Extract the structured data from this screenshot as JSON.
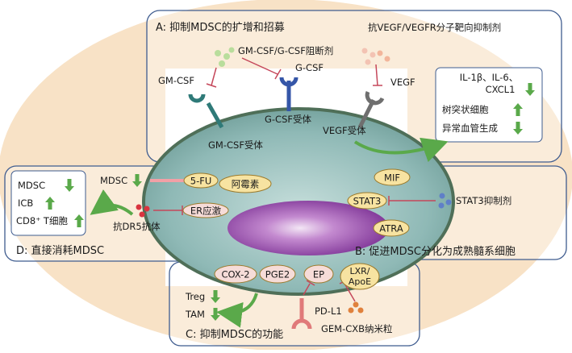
{
  "colors": {
    "background_outer": "#f8e2c6",
    "panel_fill": "#ffffff",
    "panel_stroke": "#3f5c8f",
    "cell_fill": "#9ec4c0",
    "cell_stroke": "#4f6f58",
    "nucleus_fill": "#8a3fa2",
    "oval_fill": "#f7e3a1",
    "oval_stroke": "#9b7a2c",
    "pink_oval_fill": "#f6dcd8",
    "arrow_green": "#5aa94a",
    "inhibit_red": "#c5475a",
    "receptor_teal": "#2f7a78",
    "receptor_blue": "#3556a8",
    "receptor_gray": "#6f6f6f"
  },
  "panel_A": {
    "title": "A: 抑制MDSC的扩增和招募",
    "anti_vegf_label": "抗VEGF/VEGFR分子靶向抑制剂",
    "gm_gcsf_blocker_label": "GM-CSF/G-CSF阻断剂",
    "gmcsf_label": "GM-CSF",
    "gcsf_label": "G-CSF",
    "vegf_label": "VEGF",
    "gcsf_receptor_label": "G-CSF受体",
    "vegf_receptor_label": "VEGF受体",
    "gmcsf_receptor_label": "GM-CSF受体",
    "effects": [
      {
        "label": "IL-1β、IL-6、",
        "direction": "none"
      },
      {
        "label": "CXCL1",
        "direction": "down"
      },
      {
        "label": "树突状细胞",
        "direction": "up"
      },
      {
        "label": "异常血管生成",
        "direction": "down"
      }
    ]
  },
  "panel_B": {
    "title": "B: 促进MDSC分化为成熟髓系细胞",
    "ovals": [
      "MIF",
      "STAT3",
      "ATRA"
    ],
    "inhibitor_label": "STAT3抑制剂"
  },
  "panel_C": {
    "title": "C: 抑制MDSC的功能",
    "targets": [
      "COX-2",
      "PGE2",
      "EP",
      "LXR/\nApoE"
    ],
    "targets_line1": [
      "COX-2",
      "PGE2",
      "EP",
      "LXR/"
    ],
    "lxr_line2": "ApoE",
    "effects": [
      {
        "label": "Treg",
        "direction": "down"
      },
      {
        "label": "TAM",
        "direction": "down"
      }
    ],
    "pdl1_label": "PD-L1",
    "nano_label": "GEM-CXB纳米粒"
  },
  "panel_D": {
    "title": "D: 直接消耗MDSC",
    "effects": [
      {
        "label": "MDSC",
        "direction": "down"
      },
      {
        "label": "ICB",
        "direction": "up"
      },
      {
        "label": "CD8⁺ T细胞",
        "direction": "up"
      }
    ],
    "mdsc_arrow_label": "MDSC",
    "ovals": [
      "5-FU",
      "阿霉素",
      "ER应激"
    ],
    "antibody_label": "抗DR5抗体"
  }
}
